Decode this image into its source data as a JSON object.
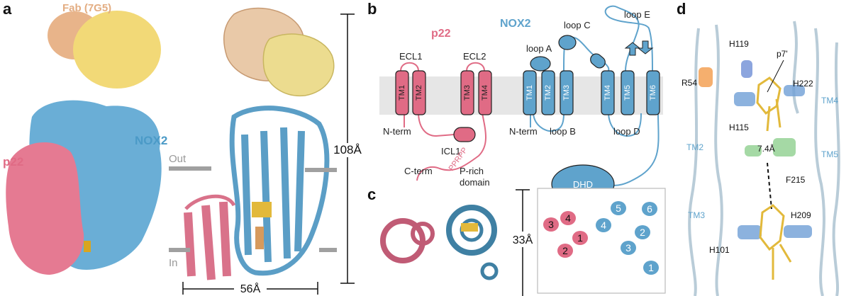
{
  "panel_a": {
    "label": "a",
    "fab": "Fab (7G5)",
    "nox2": "NOX2",
    "p22": "p22",
    "out": "Out",
    "in": "In",
    "height": "108Å",
    "width": "56Å"
  },
  "panel_b": {
    "label": "b",
    "p22_title": "p22",
    "nox2_title": "NOX2",
    "p22_tm": [
      "TM1",
      "TM2",
      "TM3",
      "TM4"
    ],
    "nox2_tm": [
      "TM1",
      "TM2",
      "TM3",
      "TM4",
      "TM5",
      "TM6"
    ],
    "ecl1": "ECL1",
    "ecl2": "ECL2",
    "icl1": "ICL1",
    "nterm_p22": "N-term",
    "cterm": "C-term",
    "prich_1": "P-rich",
    "prich_2": "domain",
    "proline": "PPRPP",
    "nterm_nox2": "N-term",
    "loop_a": "loop A",
    "loop_b": "loop B",
    "loop_c": "loop C",
    "loop_d": "loop D",
    "loop_e": "loop E",
    "dhd": "DHD"
  },
  "panel_c": {
    "label": "c",
    "size": "33Å",
    "p22_helices": [
      "3",
      "4",
      "1",
      "2"
    ],
    "nox2_helices": [
      "5",
      "6",
      "4",
      "2",
      "3",
      "1"
    ]
  },
  "panel_d": {
    "label": "d",
    "h119": "H119",
    "p7": "p7'",
    "r54": "R54",
    "h222": "H222",
    "tm4": "TM4",
    "h115": "H115",
    "dist": "7.4Å",
    "tm2": "TM2",
    "tm5": "TM5",
    "f215": "F215",
    "tm3": "TM3",
    "h209": "H209",
    "h101": "H101"
  },
  "colors": {
    "p22": "#e06b85",
    "nox2": "#5fa3cc",
    "fab_heavy": "#f0d27a",
    "fab_light": "#e8b48a",
    "heme": "#e2b93b",
    "membrane": "#e6e6e6"
  }
}
